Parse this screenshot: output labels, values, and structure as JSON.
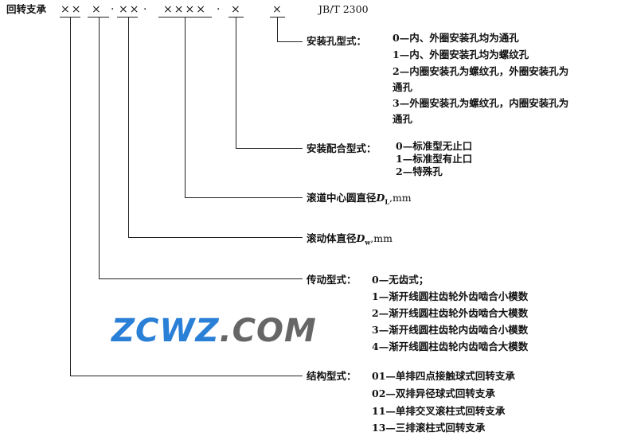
{
  "title": "回转支承",
  "code_parts": [
    "××",
    "×",
    "·",
    "××",
    "·",
    "××××",
    "·",
    "×",
    "×"
  ],
  "standard": "JB/T 2300",
  "groups": [
    {
      "label": "安装孔型式：",
      "options": [
        "0—内、外圈安装孔均为通孔",
        "1—内、外圈安装孔均为螺纹孔",
        "2—内圈安装孔为螺纹孔，外圈安装孔为",
        "通孔",
        "3—外圈安装孔为螺纹孔，内圈安装孔为",
        "通孔"
      ]
    },
    {
      "label": "安装配合型式：",
      "options": [
        "0—标准型无止口",
        "1—标准型有止口",
        "2—特殊孔"
      ]
    },
    {
      "label": "滚道中心圆直径",
      "sym": "D",
      "sub": "L",
      "unit": ",mm"
    },
    {
      "label": "滚动体直径",
      "sym": "D",
      "sub": "w",
      "unit": ",mm"
    },
    {
      "label": "传动型式：",
      "options": [
        "0—无齿式；",
        "1—渐开线圆柱齿轮外齿啮合小模数",
        "2—渐开线圆柱齿轮外齿啮合大模数",
        "3—渐开线圆柱齿轮内齿啮合小模数",
        "4—渐开线圆柱齿轮内齿啮合大模数"
      ]
    },
    {
      "label": "结构型式：",
      "options": [
        "01—单排四点接触球式回转支承",
        "02—双排异径球式回转支承",
        "11—单排交叉滚柱式回转支承",
        "13—三排滚柱式回转支承"
      ]
    }
  ],
  "watermark": {
    "main": "ZCWZ",
    "suffix": ".COM",
    "colors": {
      "main": "#2a7fd6",
      "suffix": "#666666"
    }
  }
}
